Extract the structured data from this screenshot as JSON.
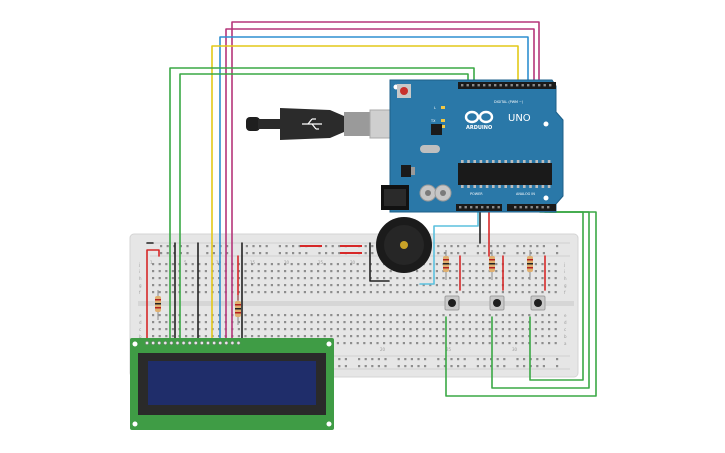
{
  "arduino": {
    "brand": "ARDUINO",
    "model": "UNO",
    "digital_header": "DIGITAL (PWM ~)",
    "power_label": "POWER",
    "analog_label": "ANALOG IN",
    "led_labels": [
      "L",
      "TX",
      "RX"
    ]
  },
  "breadboard": {
    "row_letters": [
      "a",
      "b",
      "c",
      "d",
      "e",
      "f",
      "g",
      "h",
      "i",
      "j"
    ],
    "column_numbers": [
      "1",
      "5",
      "10",
      "15",
      "20",
      "25",
      "30"
    ]
  },
  "colors": {
    "arduino_blue": "#2a78a8",
    "lcd_green": "#3f9c45",
    "lcd_screen": "#1f2d6a",
    "breadboard": "#e6e6e6",
    "wire_green": "#3aa845",
    "wire_yellow": "#e3c918",
    "wire_blue": "#2f8fd0",
    "wire_magenta": "#b5357a",
    "wire_red": "#d62828",
    "wire_black": "#222222",
    "wire_cyan": "#5bc0de"
  },
  "components": {
    "buttons": 3,
    "resistors": 5,
    "buzzer": 1,
    "lcd": "16x2"
  }
}
